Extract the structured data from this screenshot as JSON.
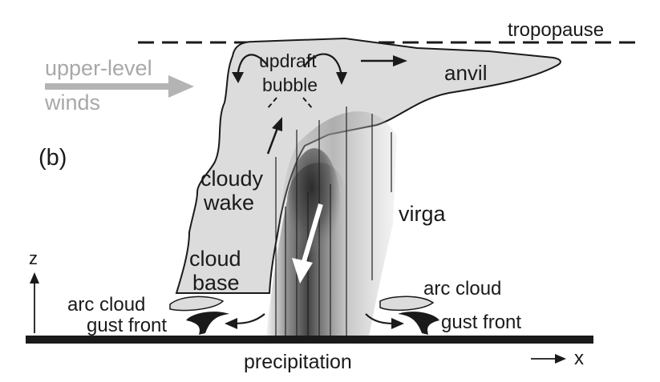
{
  "labels": {
    "tropopause": "tropopause",
    "upper_level": "upper-level",
    "winds": "winds",
    "updraft": "updraft",
    "bubble": "bubble",
    "anvil": "anvil",
    "panel": "(b)",
    "cloudy": "cloudy",
    "wake": "wake",
    "virga": "virga",
    "cloud": "cloud",
    "base": "base",
    "arc_cloud_left": "arc cloud",
    "gust_front_left": "gust front",
    "arc_cloud_right": "arc cloud",
    "gust_front_right": "gust front",
    "precipitation": "precipitation",
    "axis_z": "z",
    "axis_x": "x"
  },
  "colors": {
    "cloud_fill": "#dcdcdc",
    "cloud_edge": "#1a1a1a",
    "precip_dark": "#3a3a3a",
    "gray_text": "#a8a8a8",
    "ground": "#1a1a1a"
  }
}
